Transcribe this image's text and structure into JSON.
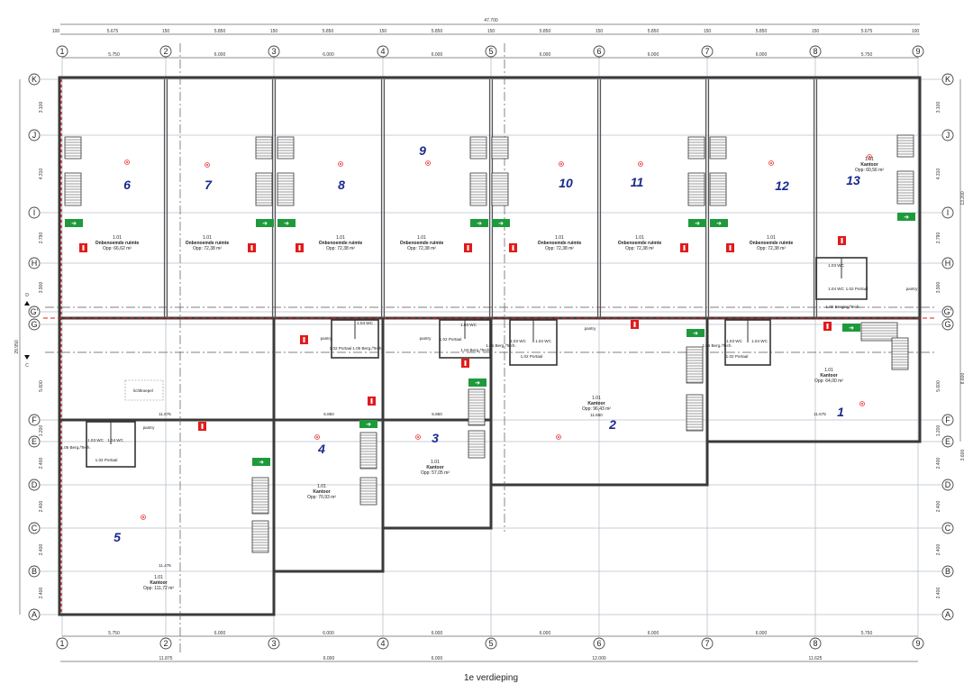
{
  "drawing": {
    "caption": "1e verdieping",
    "overall_width": "47.700",
    "grid_columns": [
      "1",
      "2",
      "3",
      "4",
      "5",
      "6",
      "7",
      "8",
      "9"
    ],
    "grid_rows": [
      "K",
      "J",
      "I",
      "H",
      "G'",
      "G",
      "F",
      "E",
      "D",
      "C",
      "B",
      "A"
    ],
    "top_dims_outer": [
      "100",
      "5.675",
      "150",
      "5.850",
      "150",
      "5.850",
      "150",
      "5.850",
      "150",
      "5.850",
      "150",
      "5.850",
      "150",
      "5.850",
      "150",
      "5.675",
      "100"
    ],
    "top_dims_axis": [
      "5.750",
      "6.000",
      "6.000",
      "6.000",
      "6.000",
      "6.000",
      "6.000",
      "5.750"
    ],
    "bottom_dims_axis": [
      "5.750",
      "6.000",
      "6.000",
      "6.000",
      "6.000",
      "6.000",
      "6.000",
      "5.750"
    ],
    "bottom_dims_total": [
      "11.875",
      "6.000",
      "6.000",
      "12.000",
      "11.625"
    ],
    "left_dims": [
      "3.100",
      "4.310",
      "2.790",
      "3.900",
      "5.600",
      "1.200",
      "2.400",
      "2.400",
      "2.400",
      "2.400"
    ],
    "left_total": "29.950",
    "right_dims": [
      "13.200",
      "8.600",
      "3.600"
    ],
    "section_marks": [
      "C",
      "D"
    ],
    "colors": {
      "unit_number": "#1a2a8c",
      "exit_sign": "#1e9a3c",
      "extinguisher": "#e01b1b",
      "wall": "#3a3a3a",
      "grid": "#b9bfc9"
    }
  },
  "rooms": [
    {
      "unit": "6",
      "code": "1.01",
      "name": "Onbenoemde ruimte",
      "area": "Opp: 66,62 m²"
    },
    {
      "unit": "7",
      "code": "1.01",
      "name": "Onbenoemde ruimte",
      "area": "Opp: 72,38 m²"
    },
    {
      "unit": "8",
      "code": "1.01",
      "name": "Onbenoemde ruimte",
      "area": "Opp: 72,38 m²"
    },
    {
      "unit": "9",
      "code": "1.01",
      "name": "Onbenoemde ruimte",
      "area": "Opp: 72,38 m²"
    },
    {
      "unit": "10",
      "code": "1.01",
      "name": "Onbenoemde ruimte",
      "area": "Opp: 72,38 m²"
    },
    {
      "unit": "11",
      "code": "1.01",
      "name": "Onbenoemde ruimte",
      "area": "Opp: 72,38 m²"
    },
    {
      "unit": "12",
      "code": "1.01",
      "name": "Onbenoemde ruimte",
      "area": "Opp: 72,38 m²"
    },
    {
      "unit": "13",
      "code": "1.01",
      "name": "Kantoor",
      "area": "Opp: 60,56 m²"
    },
    {
      "unit": "4",
      "code": "1.01",
      "name": "Kantoor",
      "area": "Opp: 70,93 m²"
    },
    {
      "unit": "3",
      "code": "1.01",
      "name": "Kantoor",
      "area": "Opp: 57,05 m²"
    },
    {
      "unit": "2",
      "code": "1.01",
      "name": "Kantoor",
      "area": "Opp: 96,43 m²"
    },
    {
      "unit": "1",
      "code": "1.01",
      "name": "Kantoor",
      "area": "Opp: 64,00 m²"
    },
    {
      "unit": "5",
      "code": "1.01",
      "name": "Kantoor",
      "area": "Opp: 111,72 m²"
    }
  ],
  "annotations": [
    "lichtkoepel",
    "1.03 WC",
    "1.04 WC",
    "1.02 Portaal",
    "1.05 Berging/Tech",
    "pantry",
    "1.03 WC",
    "1.02 Portaal",
    "1.05 Berg./Tech.",
    "pantry",
    "1.03 WC",
    "1.02 Portaal",
    "1.04 Berg./Tech.",
    "pantry",
    "1.05 Berg./Tech.",
    "1.03 WC",
    "1.04 WC",
    "1.02 Portaal",
    "pantry",
    "1.05 Berg./Tech.",
    "1.03 WC",
    "1.04 WC",
    "1.02 Portaal",
    "1.05 Berg./Tech.",
    "1.03 WC",
    "1.04 WC",
    "1.02 Portaal",
    "pantry",
    "11.675",
    "5.850",
    "5.850",
    "11.850",
    "11.675",
    "11.475"
  ]
}
